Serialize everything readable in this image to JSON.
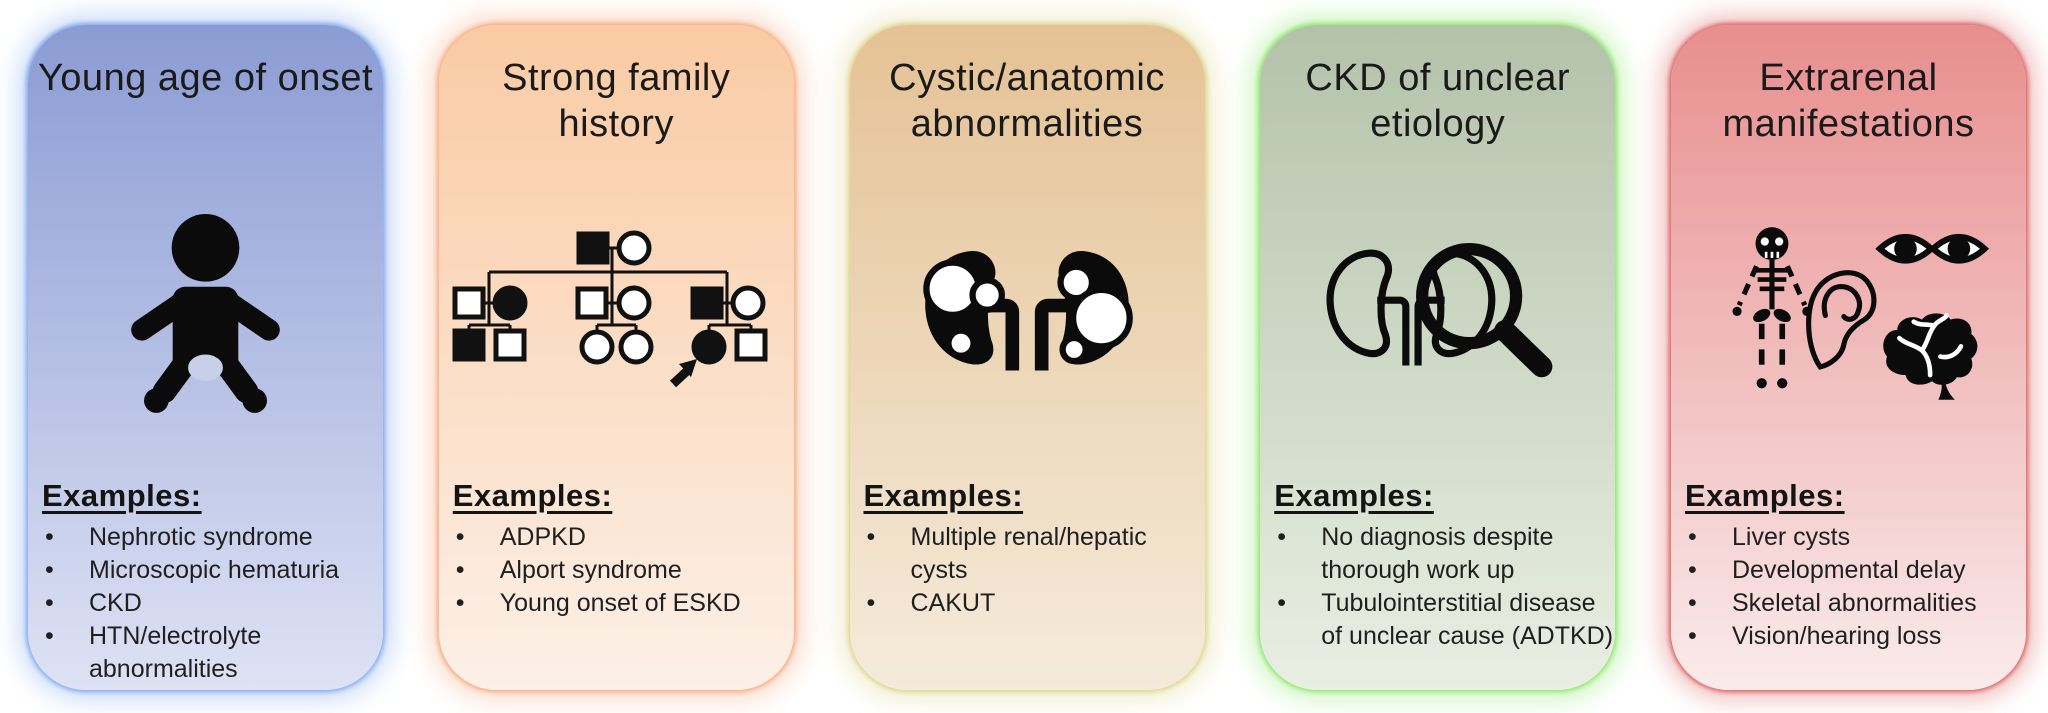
{
  "ui": {
    "bullet": "•"
  },
  "cards": [
    {
      "title": "Young age of onset",
      "icon": "baby-icon",
      "examples_heading": "Examples:",
      "examples": [
        "Nephrotic syndrome",
        "Microscopic hematuria",
        "CKD",
        "HTN/electrolyte abnormalities"
      ],
      "colors": {
        "top": "#8B9CD4",
        "bottom": "#DEE2F4",
        "glow": "#7FA8F0"
      }
    },
    {
      "title": "Strong family history",
      "icon": "pedigree-icon",
      "examples_heading": "Examples:",
      "examples": [
        "ADPKD",
        "Alport syndrome",
        "Young onset of ESKD"
      ],
      "colors": {
        "top": "#FACBA4",
        "bottom": "#FCF0E7",
        "glow": "#F6A87D"
      }
    },
    {
      "title": "Cystic/anatomic abnormalities",
      "icon": "cystic-kidneys-icon",
      "examples_heading": "Examples:",
      "examples": [
        "Multiple renal/hepatic cysts",
        "CAKUT"
      ],
      "colors": {
        "top": "#E5C295",
        "bottom": "#F5EBDB",
        "glow": "#DCD489"
      }
    },
    {
      "title": "CKD of unclear etiology",
      "icon": "kidney-magnifier-icon",
      "examples_heading": "Examples:",
      "examples": [
        "No diagnosis despite thorough work up",
        "Tubulointerstitial disease of unclear cause (ADTKD)"
      ],
      "colors": {
        "top": "#B4C2AA",
        "bottom": "#E9EFE3",
        "glow": "#8BE76B"
      }
    },
    {
      "title": "Extrarenal manifestations",
      "icon": "extrarenal-icons",
      "sub_icons": [
        "skeleton-icon",
        "ear-icon",
        "eyes-icon",
        "brain-icon"
      ],
      "examples_heading": "Examples:",
      "examples": [
        "Liver cysts",
        "Developmental delay",
        "Skeletal abnormalities",
        "Vision/hearing loss"
      ],
      "colors": {
        "top": "#E88E8E",
        "bottom": "#FAEBEB",
        "glow": "#DB6161"
      }
    }
  ]
}
